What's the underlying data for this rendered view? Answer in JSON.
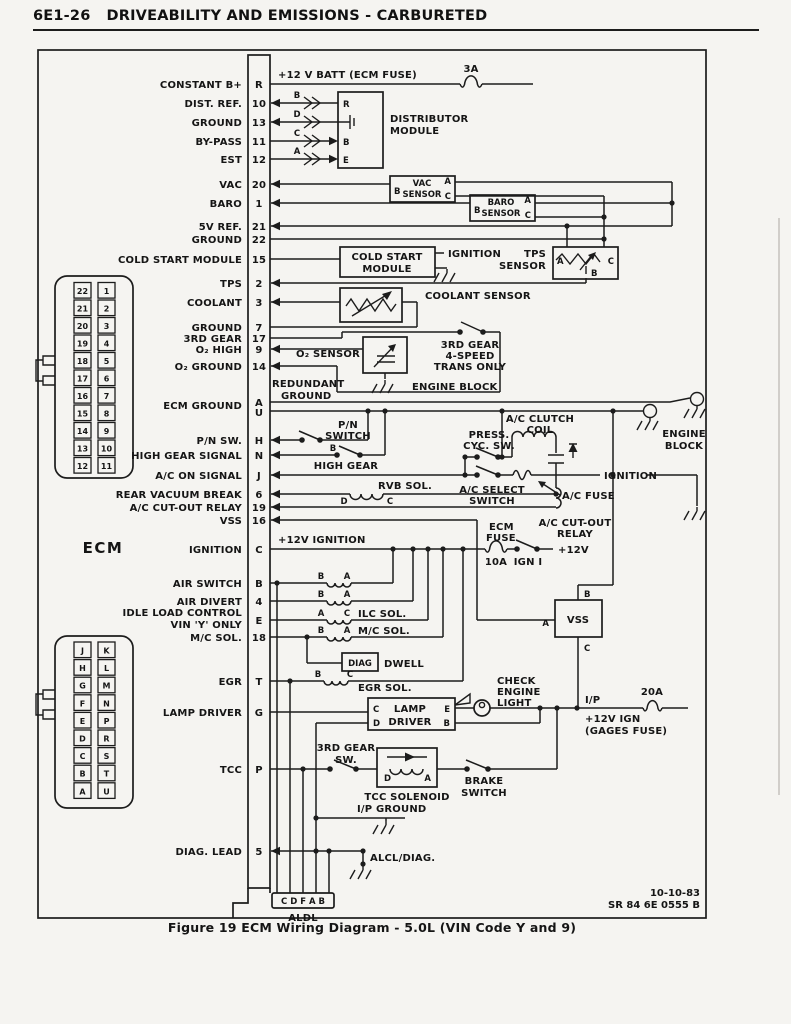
{
  "page": {
    "header_num": "6E1-26",
    "header_title": "DRIVEABILITY AND EMISSIONS - CARBURETED",
    "caption": "Figure 19 ECM Wiring Diagram - 5.0L (VIN Code Y and 9)",
    "date": "10-10-83",
    "doc_code": "SR 84 6E 0555 B"
  },
  "ecm": {
    "label": "ECM",
    "pins": [
      {
        "label": "CONSTANT B+",
        "pin": "R"
      },
      {
        "label": "DIST. REF.",
        "pin": "10"
      },
      {
        "label": "GROUND",
        "pin": "13"
      },
      {
        "label": "BY-PASS",
        "pin": "11"
      },
      {
        "label": "EST",
        "pin": "12"
      },
      {
        "label": "VAC",
        "pin": "20"
      },
      {
        "label": "BARO",
        "pin": "1"
      },
      {
        "label": "5V REF.",
        "pin": "21"
      },
      {
        "label": "GROUND",
        "pin": "22"
      },
      {
        "label": "COLD START MODULE",
        "pin": "15"
      },
      {
        "label": "TPS",
        "pin": "2"
      },
      {
        "label": "COOLANT",
        "pin": "3"
      },
      {
        "label": "GROUND",
        "pin": "7"
      },
      {
        "label": "3RD GEAR",
        "pin": "17"
      },
      {
        "label": "O₂ HIGH",
        "pin": "9"
      },
      {
        "label": "O₂ GROUND",
        "pin": "14"
      },
      {
        "label": "ECM GROUND",
        "pin": "A",
        "pin2": "U"
      },
      {
        "label": "P/N SW.",
        "pin": "H"
      },
      {
        "label": "HIGH GEAR SIGNAL",
        "pin": "N"
      },
      {
        "label": "A/C ON SIGNAL",
        "pin": "J"
      },
      {
        "label": "REAR VACUUM BREAK",
        "pin": "6"
      },
      {
        "label": "A/C CUT-OUT RELAY",
        "pin": "19"
      },
      {
        "label": "VSS",
        "pin": "16"
      },
      {
        "label": "IGNITION",
        "pin": "C"
      },
      {
        "label": "AIR SWITCH",
        "pin": "B"
      },
      {
        "label": "AIR DIVERT",
        "pin": "4"
      },
      {
        "label": "IDLE LOAD CONTROL",
        "label2": "VIN 'Y' ONLY",
        "pin": "E"
      },
      {
        "label": "M/C SOL.",
        "pin": "18"
      },
      {
        "label": "EGR",
        "pin": "T"
      },
      {
        "label": "LAMP DRIVER",
        "pin": "G"
      },
      {
        "label": "TCC",
        "pin": "P"
      },
      {
        "label": "DIAG. LEAD",
        "pin": "5"
      }
    ],
    "connector_top": {
      "left": [
        "22",
        "21",
        "20",
        "19",
        "18",
        "17",
        "16",
        "15",
        "14",
        "13",
        "12"
      ],
      "right": [
        "1",
        "2",
        "3",
        "4",
        "5",
        "6",
        "7",
        "8",
        "9",
        "10",
        "11"
      ]
    },
    "connector_bottom": {
      "left": [
        "J",
        "H",
        "G",
        "F",
        "E",
        "D",
        "C",
        "B",
        "A"
      ],
      "right": [
        "K",
        "L",
        "M",
        "N",
        "P",
        "R",
        "S",
        "T",
        "U"
      ]
    },
    "aldl": {
      "pins": "C D F A B",
      "label": "ALDL"
    }
  },
  "labels": {
    "batt": "+12 V BATT (ECM FUSE)",
    "fuse3a": "3A",
    "dist_b": "B",
    "dist_d": "D",
    "dist_c": "C",
    "dist_a": "A",
    "distributor1": "DISTRIBUTOR",
    "distributor2": "MODULE",
    "dist_pin_r": "R",
    "dist_pin_b": "B",
    "dist_pin_e": "E",
    "vac1": "VAC",
    "vac2": "SENSOR",
    "vac_b": "B",
    "vac_a": "A",
    "vac_c": "C",
    "baro1": "BARO",
    "baro2": "SENSOR",
    "baro_b": "B",
    "baro_a": "A",
    "baro_c": "C",
    "cold1": "COLD START",
    "cold2": "MODULE",
    "ign_cold": "IGNITION",
    "tps1": "TPS",
    "tps2": "SENSOR",
    "tps_a": "A",
    "tps_b": "B",
    "tps_c": "C",
    "coolant_sensor": "COOLANT SENSOR",
    "o2_sensor": "O₂ SENSOR",
    "redundant1": "REDUNDANT",
    "redundant2": "GROUND",
    "engine_block_o2": "ENGINE BLOCK",
    "gear3_1": "3RD GEAR",
    "gear3_2": "4-SPEED",
    "gear3_3": "TRANS ONLY",
    "pn1": "P/N",
    "pn2": "SWITCH",
    "pn_b": "B",
    "high_gear": "HIGH GEAR",
    "engine_block1": "ENGINE",
    "engine_block2": "BLOCK",
    "ac_clutch1": "A/C CLUTCH",
    "ac_clutch2": "COIL",
    "press1": "PRESS.",
    "press2": "CYC. SW.",
    "ac_select1": "A/C SELECT",
    "ac_select2": "SWITCH",
    "ac_fuse": "A/C FUSE",
    "ignition_ac": "IGNITION",
    "rvb": "RVB SOL.",
    "rvb_d": "D",
    "rvb_c": "C",
    "ac_cutout1": "A/C CUT-OUT",
    "ac_cutout2": "RELAY",
    "ecm_fuse1": "ECM",
    "ecm_fuse2": "FUSE",
    "amp10": "10A",
    "ign_i": "IGN I",
    "v12": "+12V",
    "v12_ign": "+12V IGNITION",
    "sw_b1": "B",
    "sw_a1": "A",
    "sw_b2": "B",
    "sw_a2": "A",
    "sw_a3": "A",
    "sw_c3": "C",
    "ilc": "ILC SOL.",
    "sw_b4": "B",
    "sw_a4": "A",
    "mc": "M/C SOL.",
    "diag": "DIAG",
    "dwell": "DWELL",
    "egr_b": "B",
    "egr_c": "C",
    "egr_sol": "EGR SOL.",
    "vss": "VSS",
    "vss_a": "A",
    "vss_b": "B",
    "vss_c": "C",
    "lamp_c": "C",
    "lamp_d": "D",
    "lamp1": "LAMP",
    "lamp2": "DRIVER",
    "lamp_e": "E",
    "lamp_b": "B",
    "check1": "CHECK",
    "check2": "ENGINE",
    "check3": "LIGHT",
    "ip": "I/P",
    "amp20": "20A",
    "v12ign": "+12V IGN",
    "gages": "(GAGES FUSE)",
    "gear3sw1": "3RD GEAR",
    "gear3sw2": "SW.",
    "tcc_d": "D",
    "tcc_a": "A",
    "tcc_sol": "TCC SOLENOID",
    "brake1": "BRAKE",
    "brake2": "SWITCH",
    "ip_ground": "I/P GROUND",
    "alcl": "ALCL/DIAG."
  }
}
